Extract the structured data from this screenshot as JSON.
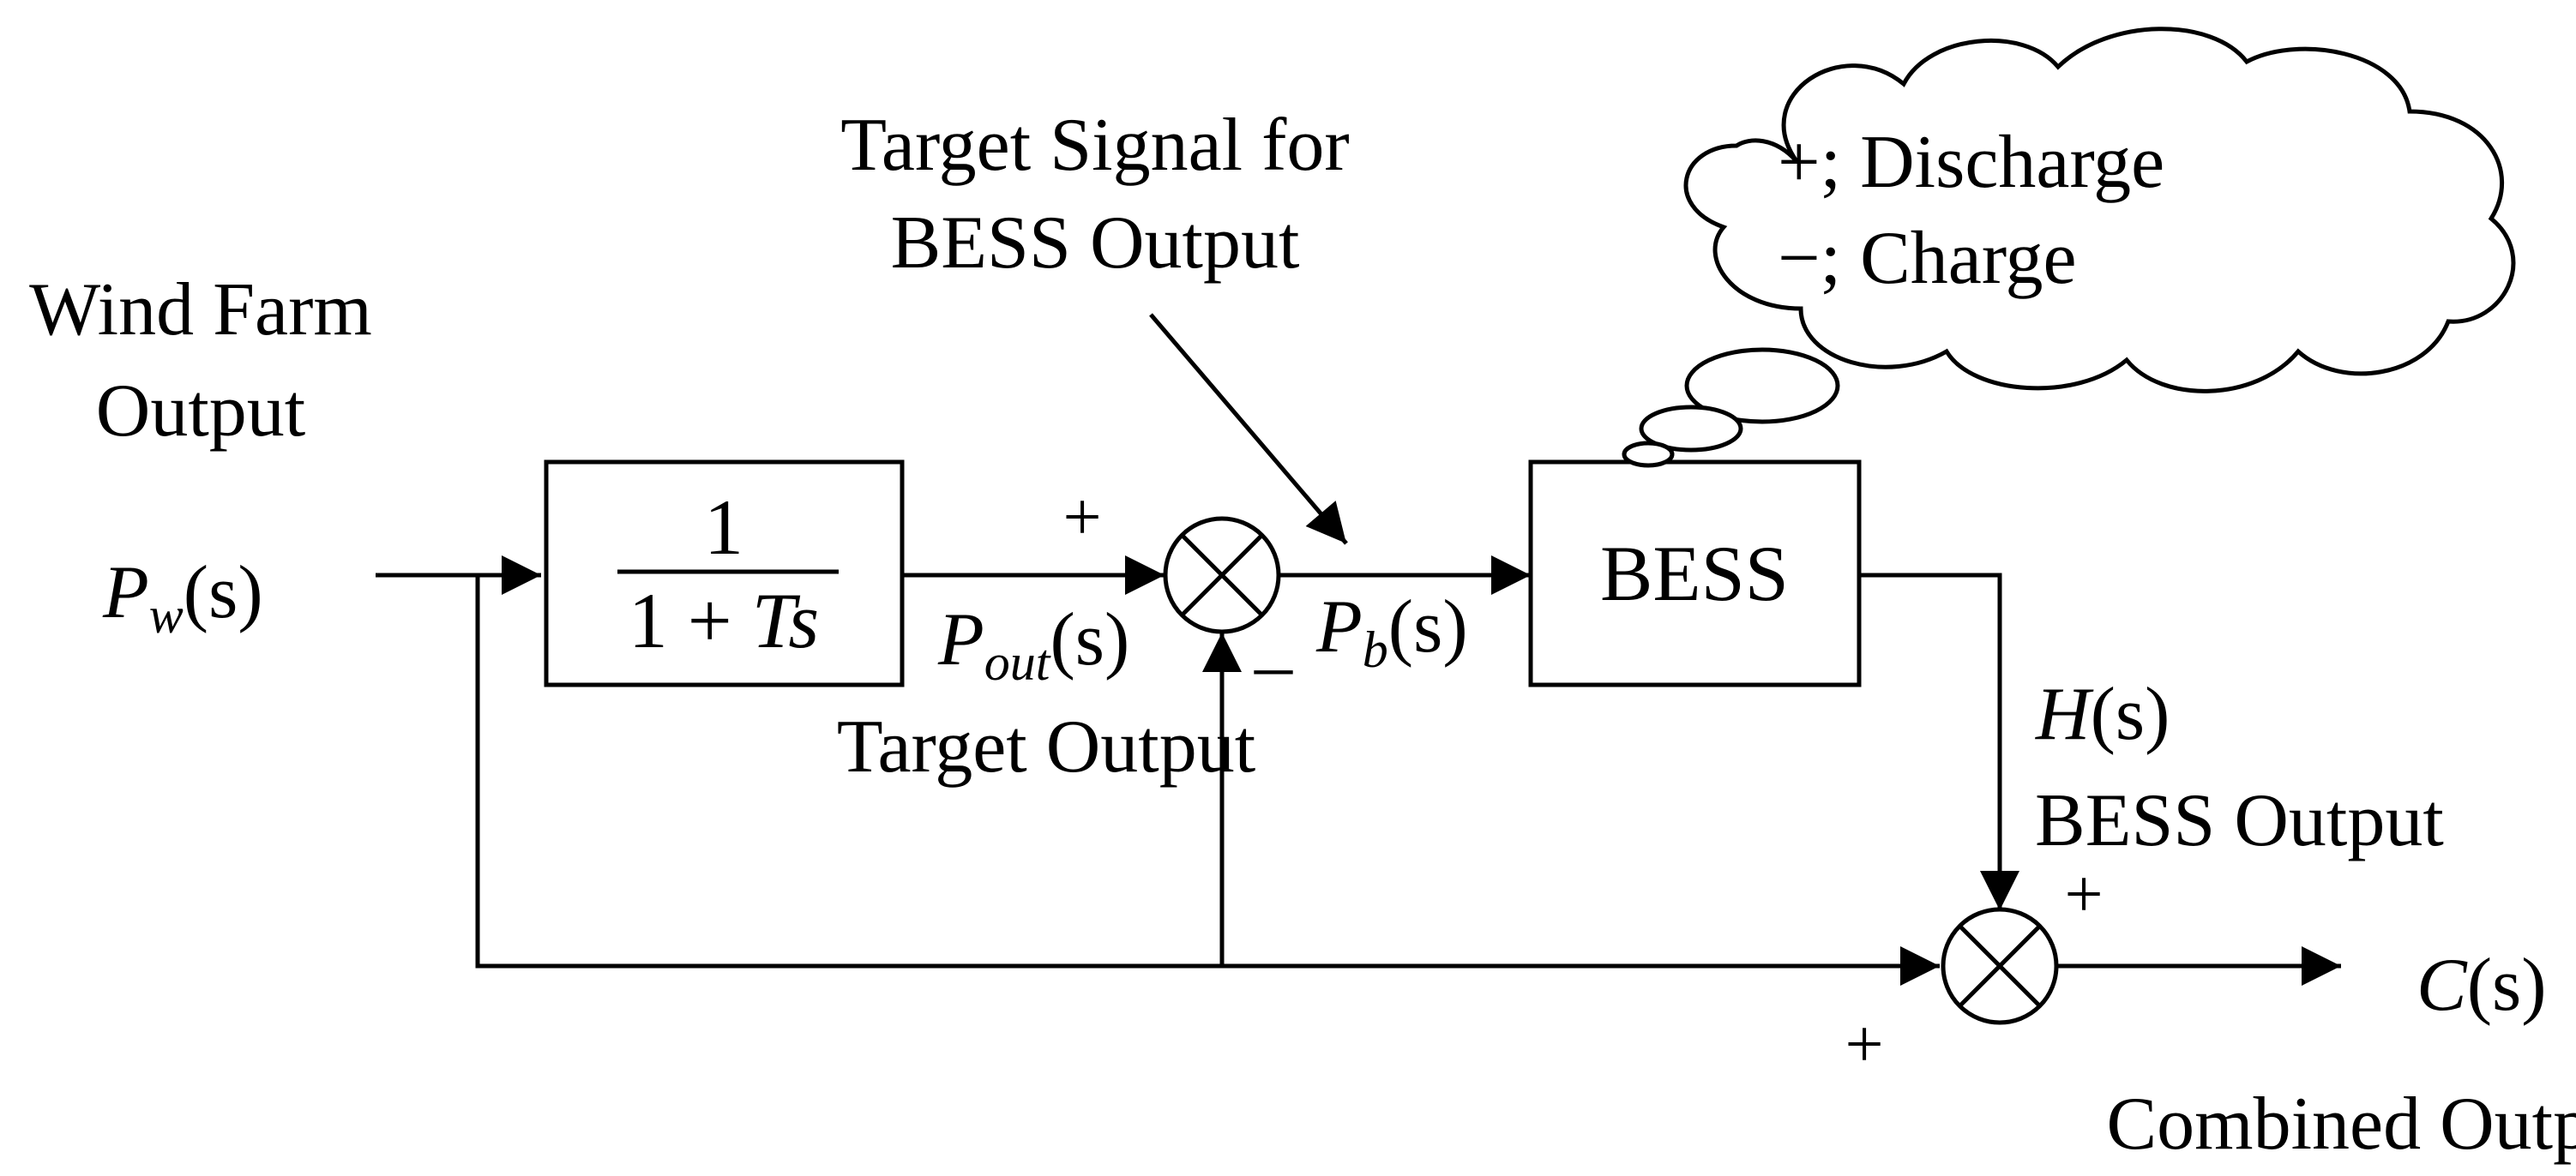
{
  "labels": {
    "wind_farm_line1": "Wind Farm",
    "wind_farm_line2": "Output",
    "target_signal_line1": "Target Signal for",
    "target_signal_line2": "BESS Output",
    "target_output": "Target Output",
    "bess_output": "BESS Output",
    "combined_output": "Combined Output"
  },
  "blocks": {
    "filter_numerator": "1",
    "filter_denominator_prefix": "1 + ",
    "filter_denominator_var": "Ts",
    "bess": "BESS"
  },
  "cloud": {
    "line1": "+; Discharge",
    "line2": "−; Charge"
  },
  "signals": {
    "pw_main": "P",
    "pw_sub": "w",
    "pw_arg": "(s)",
    "pout_main": "P",
    "pout_sub": "out",
    "pout_arg": "(s)",
    "pb_main": "P",
    "pb_sub": "b",
    "pb_arg": "(s)",
    "h_main": "H",
    "h_arg": "(s)",
    "c_main": "C",
    "c_arg": "(s)"
  },
  "signs": {
    "sum1_plus": "+",
    "sum1_minus": "_",
    "sum2_plus_top": "+",
    "sum2_plus_bottom": "+"
  }
}
